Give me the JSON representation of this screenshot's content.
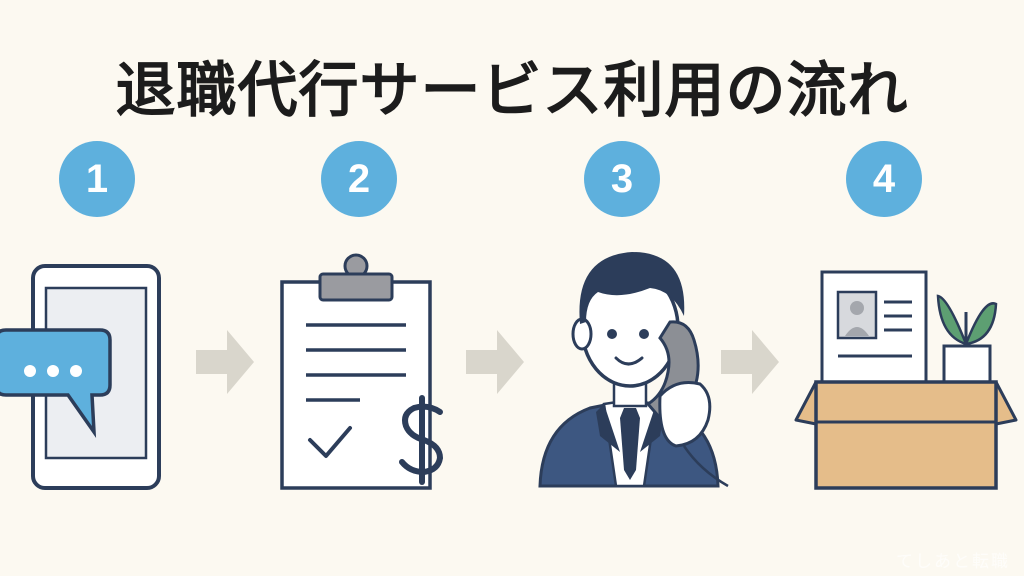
{
  "title": "退職代行サービス利用の流れ",
  "steps": [
    {
      "number": "1",
      "icon": "smartphone-chat-icon"
    },
    {
      "number": "2",
      "icon": "clipboard-checklist-icon"
    },
    {
      "number": "3",
      "icon": "agent-phone-call-icon"
    },
    {
      "number": "4",
      "icon": "box-documents-plant-icon"
    }
  ],
  "watermark": "てしあと転職",
  "colors": {
    "badge": "#5eb0dd",
    "arrow": "#d9d6cc",
    "navy": "#2c3d5a",
    "suit": "#3d5781",
    "chat_bubble": "#5eb0dd",
    "box": "#e5bd8a",
    "background": "#fcf9f1"
  }
}
